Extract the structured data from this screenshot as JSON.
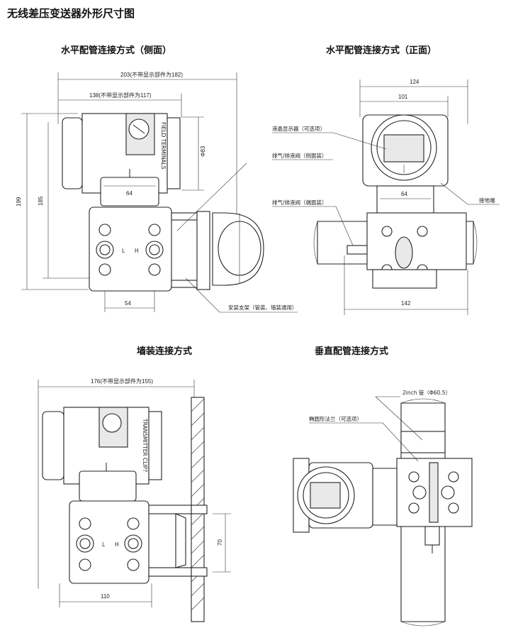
{
  "page_title": "无线差压变送器外形尺寸图",
  "views": {
    "horizontal_side": {
      "heading": "水平配管连接方式（侧面）",
      "dims": {
        "overall": "203(不带显示部件为182)",
        "housing": "138(不带显示部件为117)",
        "height_total": "199",
        "height_body": "185",
        "dia": "Φ83",
        "neck": "64",
        "flange": "54"
      },
      "terminal_text": "FIELD TERMINALS",
      "callout_bracket": "安装支架（管装、墙装通用）"
    },
    "horizontal_front": {
      "heading": "水平配管连接方式（正面）",
      "dims": {
        "overall": "124",
        "housing": "101",
        "neck": "64",
        "base": "142"
      },
      "callouts": {
        "lcd": "液晶显示器（可选项）",
        "vent_side": "排气/排液阀（侧面装）",
        "vent_end": "排气/排液阀（端面装）",
        "ground": "接地端"
      }
    },
    "wall": {
      "heading": "墙装连接方式",
      "dims": {
        "overall": "176(不带显示部件为155)",
        "pitch": "70",
        "base": "110"
      },
      "terminal_text": "TRANSMITTER CLIP?"
    },
    "vertical": {
      "heading": "垂直配管连接方式",
      "callouts": {
        "pipe": "2inch 管（Φ60.5）",
        "flange": "椭圆形法兰（可选项）"
      }
    },
    "flange_letters": {
      "low": "L",
      "high": "H"
    }
  }
}
